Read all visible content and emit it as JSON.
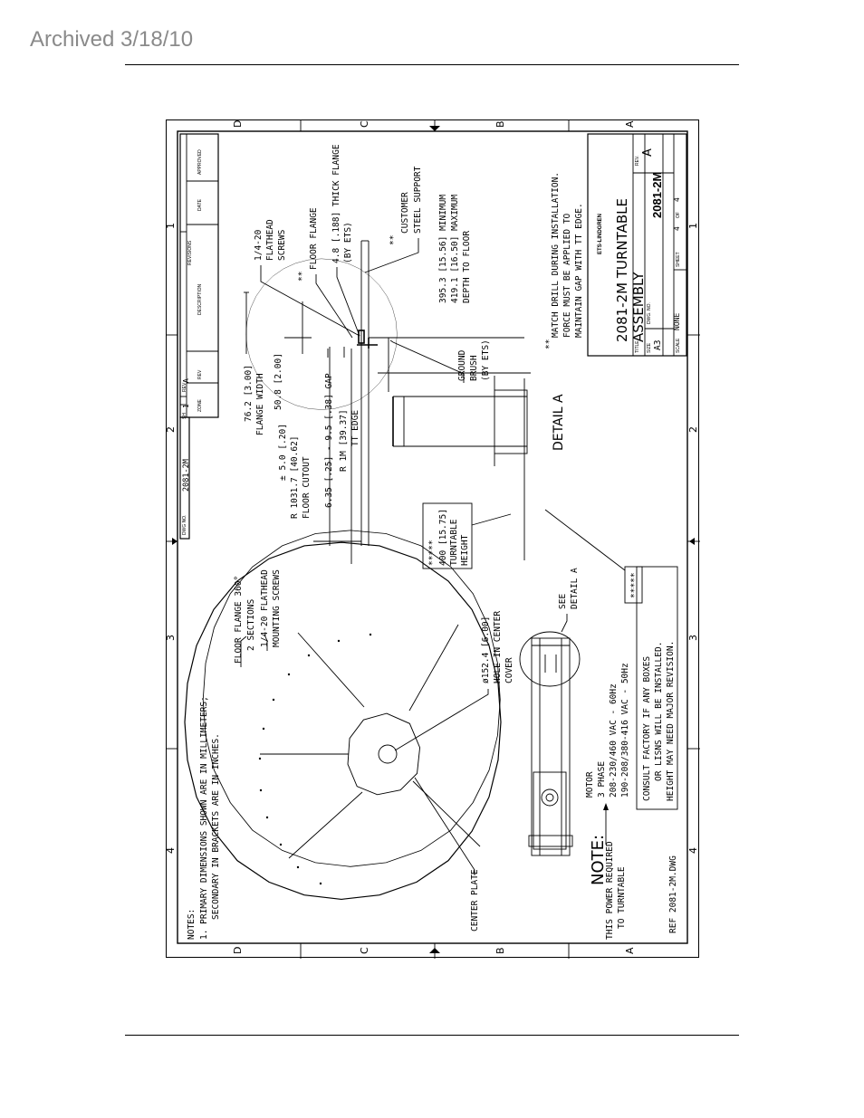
{
  "header": {
    "archived": "Archived 3/18/10"
  },
  "zones": {
    "letters": [
      "D",
      "C",
      "B",
      "A"
    ],
    "numbers": [
      "1",
      "2",
      "3",
      "4"
    ]
  },
  "revisions": {
    "title": "REVISIONS",
    "columns": [
      "ZONE",
      "REV",
      "DESCRIPTION",
      "DATE",
      "APPROVED"
    ],
    "dwg_label": "DWG NO.",
    "dwg_value": "2081-2M",
    "sh_label": "SH",
    "sh_value": "1",
    "rev_label": "REV",
    "rev_value": "A"
  },
  "notes": {
    "heading": "NOTES:",
    "line1": "1.  PRIMARY DIMENSIONS SHOWN ARE IN MILLIMETERS;",
    "line2": "SECONDARY IN BRACKETS ARE IN INCHES.",
    "ref": "REF  2081-2M.DWG"
  },
  "plan_labels": {
    "floor_flange_1": "FLOOR FLANGE 360°",
    "floor_flange_2": "2 SECTIONS",
    "mount_1": "1/4-20 FLATHEAD",
    "mount_2": "MOUNTING SCREWS",
    "hole_1": "ø152.4 [6.00]",
    "hole_2": "HOLE IN CENTER",
    "hole_3": "COVER",
    "center_plate": "CENTER PLATE",
    "see_1": "SEE",
    "see_2": "DETAIL A"
  },
  "power_note": {
    "title": "NOTE:",
    "l1": "THIS POWER REQUIRED",
    "l2": "TO TURNTABLE",
    "m1": "MOTOR",
    "m2": "3 PHASE",
    "m3": "208-230/460 VAC - 60Hz",
    "m4": "190-208/380-416 VAC - 50Hz"
  },
  "consult_box": {
    "stars": "*****",
    "l1": "CONSULT FACTORY IF ANY BOXES",
    "l2": "OR LISNS WILL BE INSTALLED.",
    "l3": "HEIGHT MAY NEED MAJOR REVISION."
  },
  "height_box": {
    "stars": "*****",
    "l1": "400 [15.75]",
    "l2": "TURNTABLE",
    "l3": "HEIGHT"
  },
  "detail_labels": {
    "screws_1": "1/4-20",
    "screws_2": "FLATHEAD",
    "screws_3": "SCREWS",
    "ff_star": "**",
    "ff": "FLOOR FLANGE",
    "thick_1": "4.8 [.188] THICK FLANGE",
    "thick_2": "(BY ETS)",
    "cust_star": "**",
    "cust_1": "CUSTOMER",
    "cust_2": "STEEL SUPPORT",
    "depth_1": "395.3 [15.56] MINIMUM",
    "depth_2": "419.1 [16.50] MAXIMUM",
    "depth_3": "DEPTH TO FLOOR",
    "fw_1": "76.2 [3.00]",
    "fw_2": "FLANGE WIDTH",
    "dim_50": "50.8 [2.00]",
    "cut_1": "± 5.0 [.20]",
    "cut_2": "R 1031.7 [40.62]",
    "cut_3": "FLOOR CUTOUT",
    "gap": "6.35 [.25] - 9.5 [.38] GAP",
    "tt_1": "R 1M [39.37]",
    "tt_2": "TT EDGE",
    "brush_1": "GROUND",
    "brush_2": "BRUSH",
    "brush_3": "(BY ETS)",
    "detail_title": "DETAIL  A",
    "match_star": "**",
    "match_1": "MATCH DRILL DURING INSTALLATION.",
    "match_2": "FORCE MUST BE APPLIED TO",
    "match_3": "MAINTAIN GAP WITH TT EDGE."
  },
  "title_block": {
    "company": "ETS-LINDGREN",
    "title_label": "TITLE",
    "title_1": "2081-2M TURNTABLE",
    "title_2": "ASSEMBLY",
    "size_label": "SIZE",
    "size": "A3",
    "dwg_label": "DWG. NO.",
    "dwg_no": "2081-2M",
    "rev_label": "REV.",
    "rev": "A",
    "scale_label": "SCALE",
    "scale": "NONE",
    "sheet_label": "SHEET",
    "sheet": "4",
    "of_label": "OF",
    "sheet_total": "4"
  }
}
